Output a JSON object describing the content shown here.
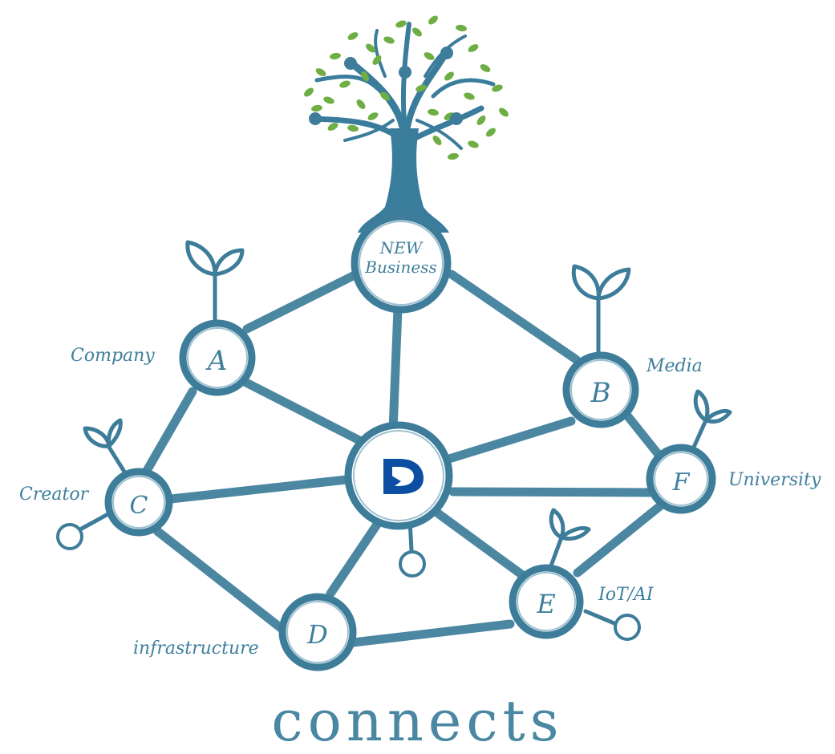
{
  "hub": {
    "icon": "d-logo-icon",
    "color": "#0b4ea2"
  },
  "nodes": {
    "new_business_line1": "NEW",
    "new_business_line2": "Business",
    "a": "A",
    "b": "B",
    "c": "C",
    "d": "D",
    "e": "E",
    "f": "F"
  },
  "labels": {
    "company": "Company",
    "media": "Media",
    "creator": "Creator",
    "university": "University",
    "iot_ai": "IoT/AI",
    "infrastructure": "infrastructure"
  },
  "footer": {
    "text": "connects"
  },
  "colors": {
    "line": "#3d7d9a",
    "leaf": "#6fae44",
    "logo": "#0b4ea2"
  }
}
